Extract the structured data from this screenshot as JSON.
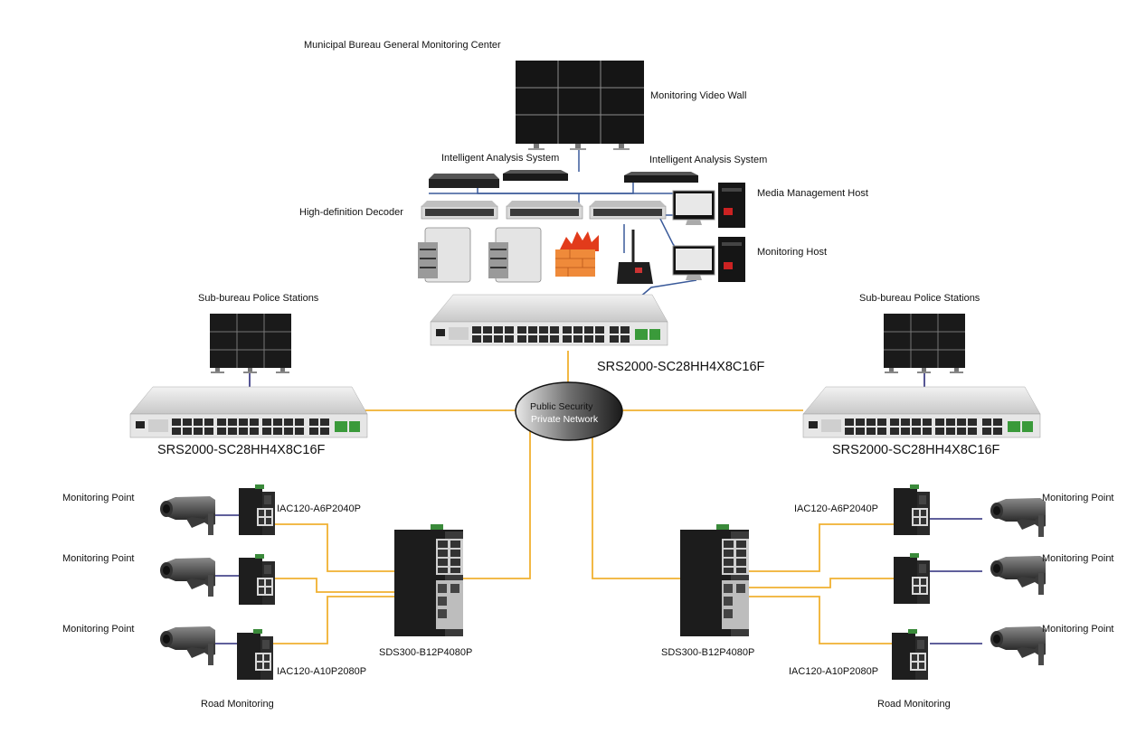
{
  "center": {
    "title": "Municipal Bureau General Monitoring Center",
    "video_wall": "Monitoring Video Wall",
    "analysis_left": "Intelligent Analysis System",
    "analysis_right": "Intelligent Analysis System",
    "decoder": "High-definition Decoder",
    "media_host": "Media Management Host",
    "monitor_host": "Monitoring Host",
    "core_switch": "SRS2000-SC28HH4X8C16F"
  },
  "network": {
    "cloud_line1": "Public Security",
    "cloud_line2": "Private Network"
  },
  "left_branch": {
    "station": "Sub-bureau Police Stations",
    "switch": "SRS2000-SC28HH4X8C16F",
    "aggregation": "SDS300-B12P4080P",
    "access_top": "IAC120-A6P2040P",
    "access_bottom": "IAC120-A10P2080P",
    "points": [
      "Monitoring Point",
      "Monitoring Point",
      "Monitoring Point"
    ],
    "road": "Road Monitoring"
  },
  "right_branch": {
    "station": "Sub-bureau Police Stations",
    "switch": "SRS2000-SC28HH4X8C16F",
    "aggregation": "SDS300-B12P4080P",
    "access_top": "IAC120-A6P2040P",
    "access_bottom": "IAC120-A10P2080P",
    "points": [
      "Monitoring Point",
      "Monitoring Point",
      "Monitoring Point"
    ],
    "road": "Road Monitoring"
  },
  "colors": {
    "fiber": "#f0b030",
    "ethernet": "#2c2c7a",
    "center_link": "#3a5a9a"
  }
}
